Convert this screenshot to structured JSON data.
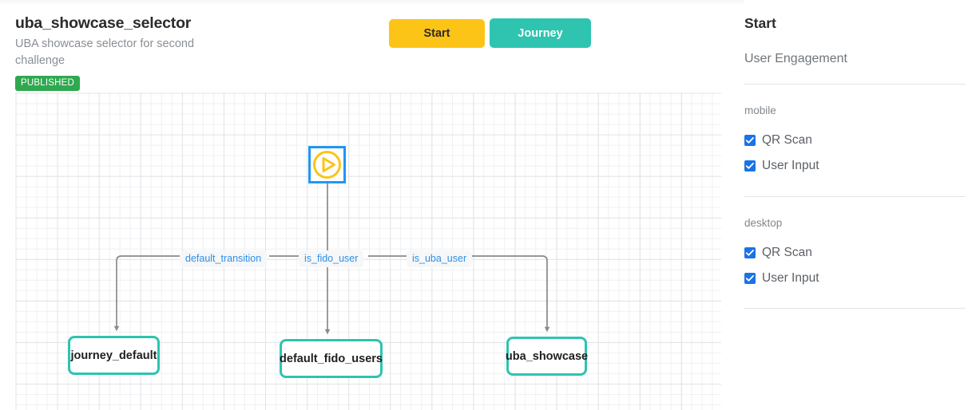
{
  "header": {
    "title": "uba_showcase_selector",
    "description": "UBA showcase selector for second challenge",
    "status_badge": "PUBLISHED"
  },
  "toolbar": {
    "start_label": "Start",
    "journey_label": "Journey",
    "start_color": "#fcc417",
    "journey_color": "#2ec4b0"
  },
  "flow": {
    "start_node": {
      "name": "start",
      "icon": "play-icon",
      "border_color": "#2196f3",
      "icon_color": "#fcc417"
    },
    "nodes": [
      {
        "id": "journey-default",
        "label": "journey_default",
        "border_color": "#2ec4b0"
      },
      {
        "id": "default-fido-users",
        "label": "default_fido_users",
        "border_color": "#2ec4b0"
      },
      {
        "id": "uba-showcase",
        "label": "uba_showcase",
        "border_color": "#2ec4b0"
      }
    ],
    "edge_labels": [
      {
        "id": "default-transition",
        "label": "default_transition"
      },
      {
        "id": "is-fido-user",
        "label": "is_fido_user"
      },
      {
        "id": "is-uba-user",
        "label": "is_uba_user"
      }
    ],
    "edge_color": "#8a8a8a"
  },
  "panel": {
    "title": "Start",
    "subtitle": "User Engagement",
    "groups": [
      {
        "name": "mobile",
        "options": [
          {
            "label": "QR Scan",
            "checked": true
          },
          {
            "label": "User Input",
            "checked": true
          }
        ]
      },
      {
        "name": "desktop",
        "options": [
          {
            "label": "QR Scan",
            "checked": true
          },
          {
            "label": "User Input",
            "checked": true
          }
        ]
      }
    ],
    "checkbox_color": "#1a73e8"
  }
}
